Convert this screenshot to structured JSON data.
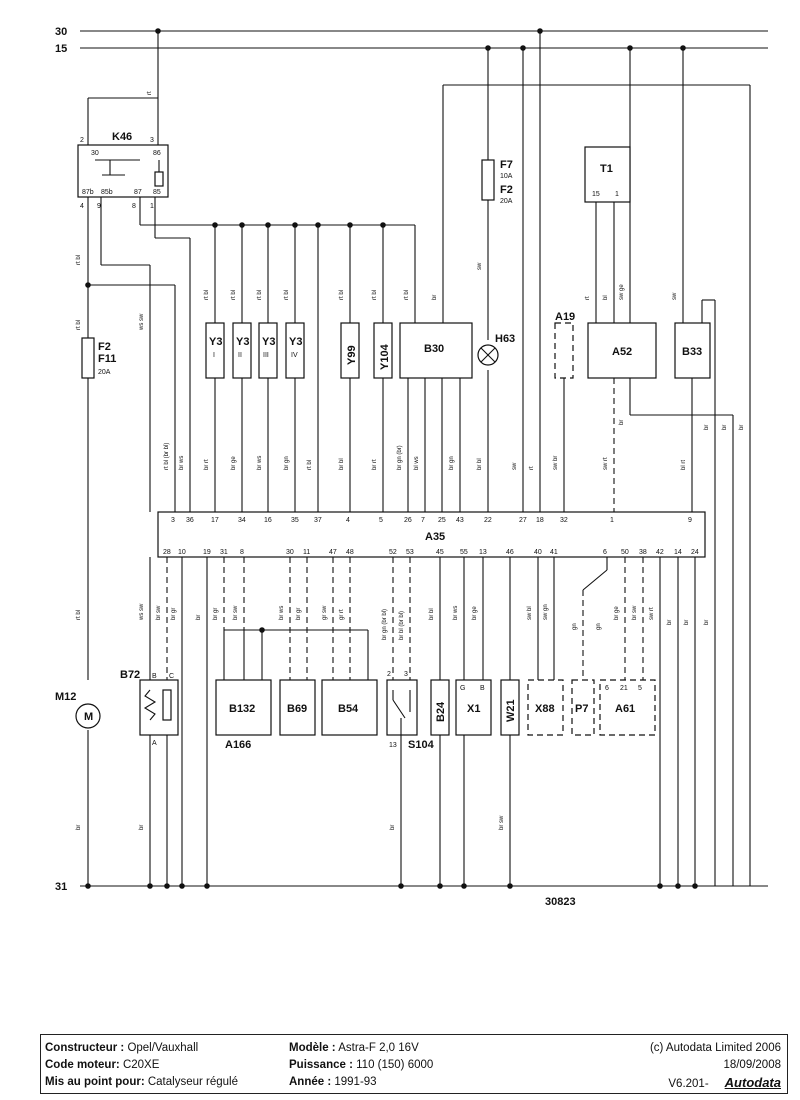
{
  "rails": {
    "r30": "30",
    "r15": "15",
    "r31": "31"
  },
  "ref_number": "30823",
  "components": {
    "K46": "K46",
    "F2F11": "F2",
    "F11": "F11",
    "F11_rating": "20A",
    "F7": "F7",
    "F7_rating": "10A",
    "F2": "F2",
    "F2_rating": "20A",
    "T1": "T1",
    "H63": "H63",
    "A19": "A19",
    "A52": "A52",
    "B33": "B33",
    "B30": "B30",
    "A35": "A35",
    "M12": "M12",
    "B72": "B72",
    "B132": "B132",
    "A166": "A166",
    "B69": "B69",
    "B54": "B54",
    "S104": "S104",
    "B24": "B24",
    "X1": "X1",
    "W21": "W21",
    "X88": "X88",
    "P7": "P7",
    "A61": "A61",
    "Y99": "Y99",
    "Y104": "Y104",
    "Y3_1": "Y3",
    "Y3_2": "Y3",
    "Y3_3": "Y3",
    "Y3_4": "Y3",
    "Y3_1r": "I",
    "Y3_2r": "II",
    "Y3_3r": "III",
    "Y3_4r": "IV"
  },
  "k46_pins": {
    "p30": "30",
    "p86": "86",
    "p87b": "87b",
    "p85b": "85b",
    "p87": "87",
    "p85": "85",
    "c2": "2",
    "c3": "3",
    "c4": "4",
    "c9": "9",
    "c8": "8",
    "c1": "1"
  },
  "a35_top_pins": [
    "3",
    "36",
    "17",
    "34",
    "16",
    "35",
    "37",
    "4",
    "5",
    "26",
    "7",
    "25",
    "43",
    "22",
    "27",
    "18",
    "32",
    "1",
    "9"
  ],
  "a35_bottom_pins": [
    "28",
    "10",
    "19",
    "31",
    "8",
    "30",
    "11",
    "47",
    "48",
    "52",
    "53",
    "45",
    "55",
    "13",
    "46",
    "40",
    "41",
    "6",
    "50",
    "38",
    "42",
    "14",
    "24"
  ],
  "wire_colors": {
    "rt": "rt",
    "rtbl": "rt bl",
    "rtbl_br": "rt bl (br bl)",
    "brws": "br ws",
    "wssw": "ws sw",
    "brrt": "br rt",
    "brge": "br ge",
    "brgn": "br gn",
    "swrt": "sw rt",
    "blrt": "bl rt",
    "sw": "sw",
    "br": "br",
    "bl": "bl",
    "swge": "sw ge",
    "blws": "bl ws",
    "brgn_br": "br gn (br)",
    "brsw": "br sw",
    "brgr": "br gr",
    "grsw": "gr sw",
    "grrt": "gr rt",
    "brgnbr": "br gn (br bl)",
    "brbl": "br bl",
    "brbl2": "br bl (br bl)",
    "brws2": "br ws",
    "brsw2": "br sw",
    "swbl": "sw bl",
    "swgn": "sw gn",
    "gn": "gn",
    "brrt2": "br rt",
    "swbr": "sw br",
    "wssw2": "ws sw"
  },
  "small_pins": {
    "n1": "1",
    "n2": "2",
    "n3": "3",
    "n4": "4",
    "n5": "5",
    "n6": "6",
    "n8": "8",
    "n15": "15",
    "n21": "21",
    "n13": "13",
    "nA": "A",
    "nB": "B",
    "nC": "C",
    "nG": "G"
  },
  "title_block": {
    "constructeur_label": "Constructeur :",
    "constructeur": "Opel/Vauxhall",
    "code_label": "Code moteur:",
    "code": "C20XE",
    "mis_label": "Mis au point pour:",
    "mis": "Catalyseur régulé",
    "modele_label": "Modèle :",
    "modele": "Astra-F 2,0 16V",
    "puissance_label": "Puissance :",
    "puissance": "110 (150) 6000",
    "annee_label": "Année :",
    "annee": "1991-93",
    "copyright": "(c) Autodata Limited 2006",
    "date": "18/09/2008",
    "version": "V6.201-",
    "brand": "Autodata"
  }
}
